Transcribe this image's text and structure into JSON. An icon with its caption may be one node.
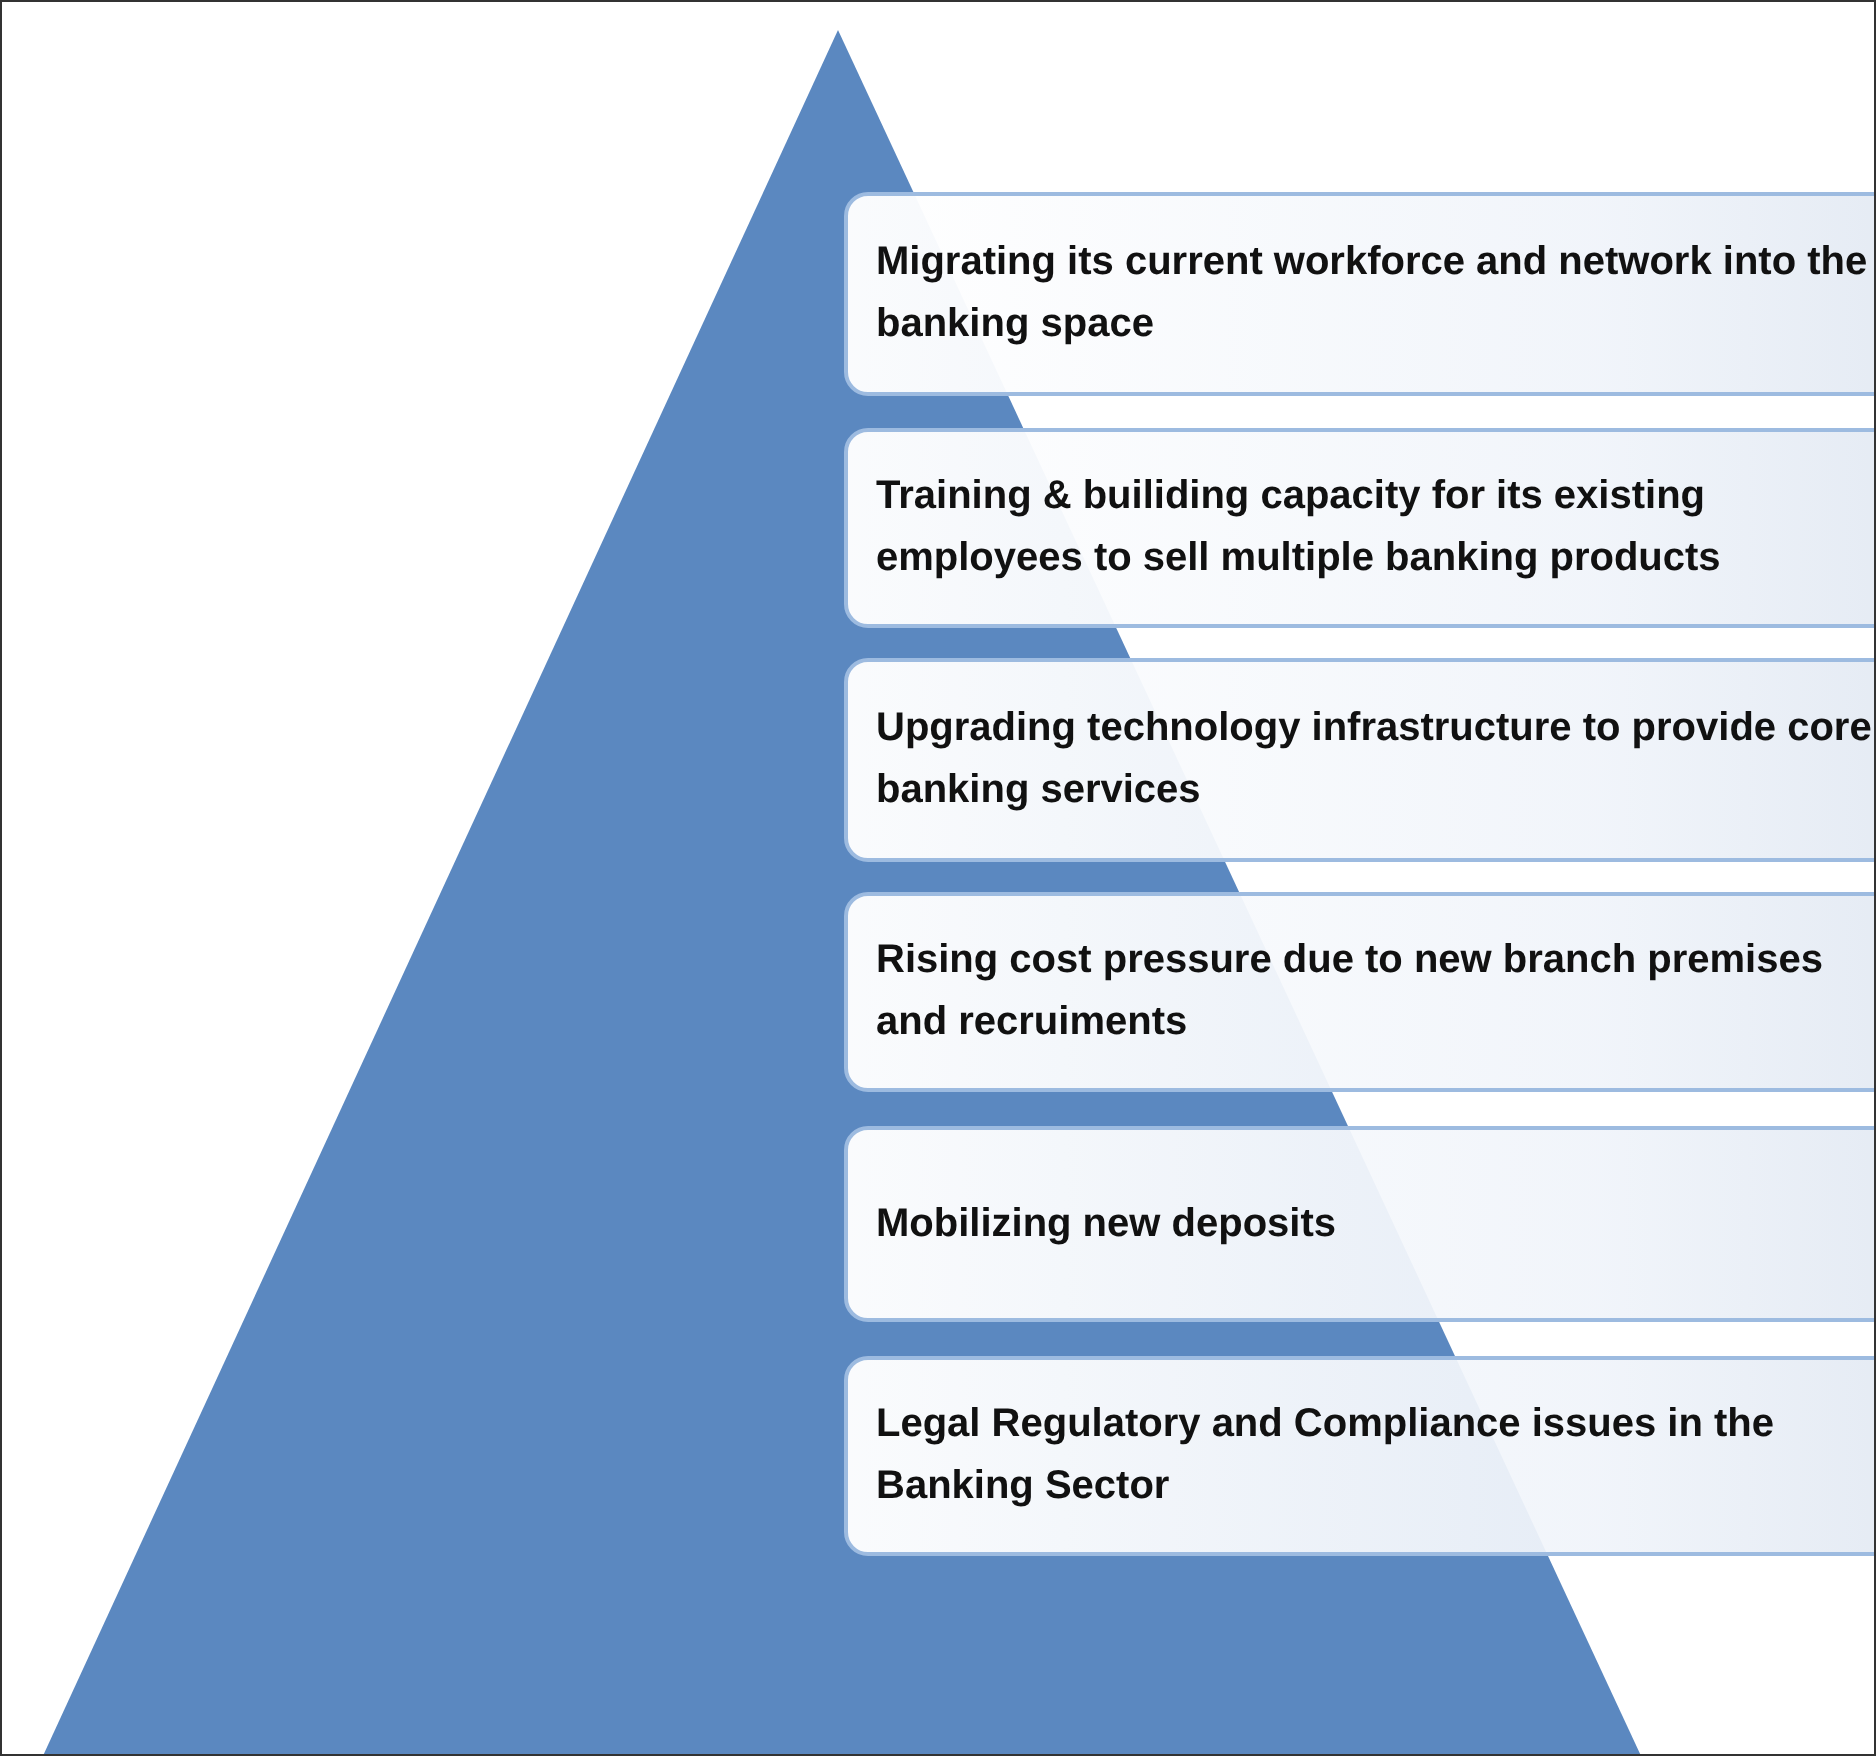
{
  "diagram": {
    "nodes": [
      {
        "text": [],
        "shape": "triangle"
      },
      {
        "text": [
          "Migrating its current workforce and network into the banking space"
        ]
      },
      {
        "text": [
          "Training & builiding capacity for its existing employees to sell multiple banking products"
        ]
      },
      {
        "text": [
          "Upgrading technology infrastructure to provide core banking services"
        ]
      },
      {
        "text": [
          "Rising cost pressure due to new branch premises and recruiments"
        ]
      },
      {
        "text": [
          "Mobilizing new deposits"
        ]
      },
      {
        "text": [
          "Legal Regulatory and Compliance issues in the Banking Sector"
        ]
      }
    ]
  }
}
